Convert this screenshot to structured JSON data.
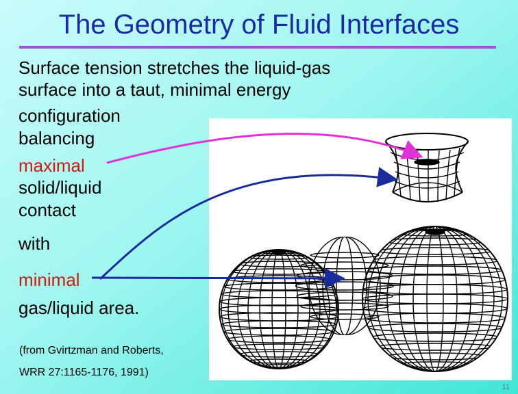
{
  "slide": {
    "title": "The Geometry of Fluid Interfaces",
    "body": {
      "line1": "Surface tension stretches the liquid-gas",
      "line2": "surface into a taut, minimal energy",
      "line3": "configuration",
      "line4": "balancing",
      "line5": "maximal",
      "line6": "solid/liquid",
      "line7": "contact",
      "line8": "with",
      "line9": "minimal",
      "line10": "gas/liquid area."
    },
    "citation": {
      "line1": "(from Gvirtzman and Roberts,",
      "line2": "WRR 27:1165-1176, 1991)"
    },
    "page_number": "11"
  },
  "colors": {
    "title": "#1b2aa6",
    "accent_red": "#d11a0a",
    "rule": "#9b4fd6",
    "arrow_magenta": "#e033d6",
    "arrow_blue": "#1a2c9c"
  },
  "figure": {
    "subject": "wireframe liquid bridge surfaces",
    "icons": [
      "neck-surface-icon",
      "double-sphere-surface-icon"
    ]
  }
}
